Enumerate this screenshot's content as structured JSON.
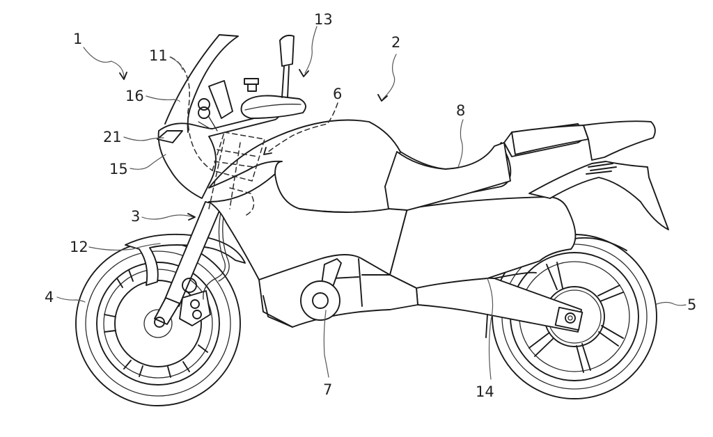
{
  "figure": {
    "type": "patent line drawing",
    "subject": "motorcycle, left side view",
    "line_color": "#1a1a1a",
    "background": "#ffffff",
    "reference_numerals": [
      {
        "id": "1",
        "text": "1",
        "points_to": "motorcycle (whole vehicle)",
        "arrow": true
      },
      {
        "id": "2",
        "text": "2",
        "points_to": "vehicle body",
        "arrow": true
      },
      {
        "id": "3",
        "text": "3",
        "points_to": "front fork",
        "arrow": true
      },
      {
        "id": "4",
        "text": "4",
        "points_to": "front wheel",
        "arrow": false
      },
      {
        "id": "5",
        "text": "5",
        "points_to": "rear wheel",
        "arrow": false
      },
      {
        "id": "6",
        "text": "6",
        "points_to": "steering / head pipe region (hidden)",
        "arrow": true
      },
      {
        "id": "7",
        "text": "7",
        "points_to": "motor / pivot unit",
        "arrow": false
      },
      {
        "id": "8",
        "text": "8",
        "points_to": "seat",
        "arrow": false
      },
      {
        "id": "11",
        "text": "11",
        "points_to": "hidden outline (dashed)",
        "arrow": false
      },
      {
        "id": "12",
        "text": "12",
        "points_to": "front fender",
        "arrow": false
      },
      {
        "id": "13",
        "text": "13",
        "points_to": "handlebar with mirror",
        "arrow": true
      },
      {
        "id": "14",
        "text": "14",
        "points_to": "swing arm",
        "arrow": false
      },
      {
        "id": "15",
        "text": "15",
        "points_to": "front cowl",
        "arrow": false
      },
      {
        "id": "16",
        "text": "16",
        "points_to": "windscreen",
        "arrow": false
      },
      {
        "id": "21",
        "text": "21",
        "points_to": "headlight",
        "arrow": false
      }
    ]
  }
}
